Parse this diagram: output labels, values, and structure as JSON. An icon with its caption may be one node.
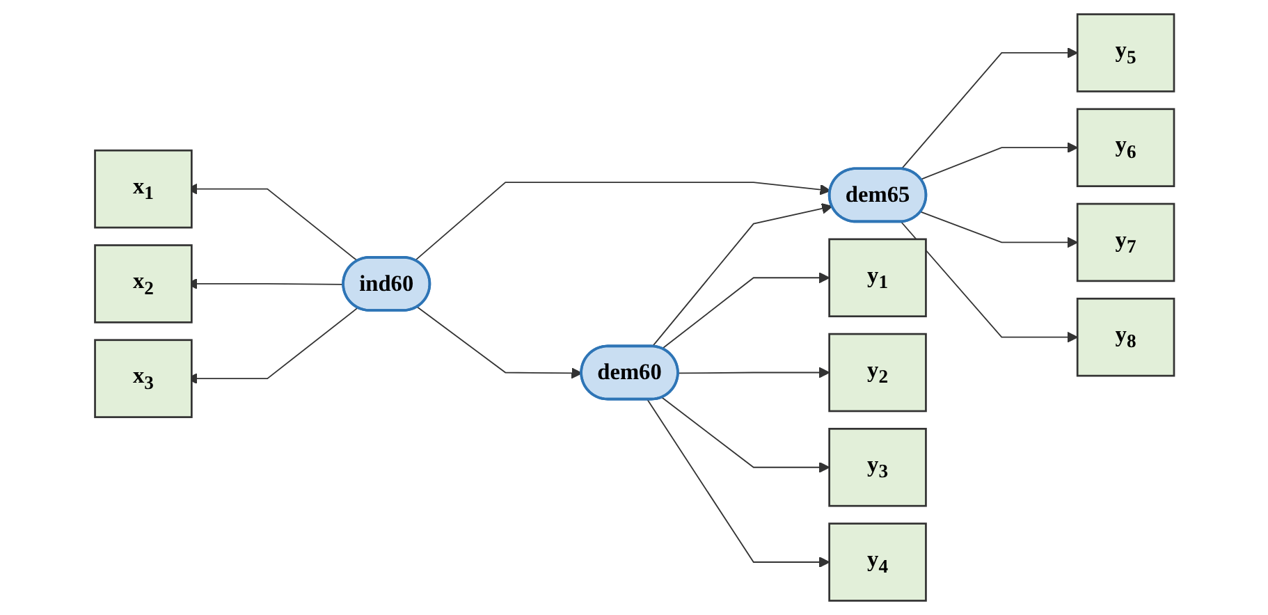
{
  "diagram": {
    "nodes": [
      {
        "text": [
          "x$_{1}$"
        ]
      },
      {
        "text": [
          "x$_{2}$"
        ]
      },
      {
        "text": [
          "x$_{3}$"
        ]
      },
      {
        "text": [
          "ind60"
        ]
      },
      {
        "text": [
          "dem60"
        ]
      },
      {
        "text": [
          "dem65"
        ]
      },
      {
        "text": [
          "y$_{1}$"
        ]
      },
      {
        "text": [
          "y$_{2}$"
        ]
      },
      {
        "text": [
          "y$_{3}$"
        ]
      },
      {
        "text": [
          "y$_{4}$"
        ]
      },
      {
        "text": [
          "y$_{5}$"
        ]
      },
      {
        "text": [
          "y$_{6}$"
        ]
      },
      {
        "text": [
          "y$_{7}$"
        ]
      },
      {
        "text": [
          "y$_{8}$"
        ]
      }
    ],
    "edges": [
      {
        "from": 3,
        "to": 0,
        "arrow": "to"
      },
      {
        "from": 3,
        "to": 1,
        "arrow": "to"
      },
      {
        "from": 3,
        "to": 2,
        "arrow": "to"
      },
      {
        "from": 3,
        "to": 4,
        "arrow": "to"
      },
      {
        "from": 3,
        "to": 5,
        "arrow": "to"
      },
      {
        "from": 4,
        "to": 5,
        "arrow": "to"
      },
      {
        "from": 4,
        "to": 6,
        "arrow": "to"
      },
      {
        "from": 4,
        "to": 7,
        "arrow": "to"
      },
      {
        "from": 4,
        "to": 8,
        "arrow": "to"
      },
      {
        "from": 4,
        "to": 9,
        "arrow": "to"
      },
      {
        "from": 5,
        "to": 10,
        "arrow": "to"
      },
      {
        "from": 5,
        "to": 11,
        "arrow": "to"
      },
      {
        "from": 5,
        "to": 12,
        "arrow": "to"
      },
      {
        "from": 5,
        "to": 13,
        "arrow": "to"
      }
    ]
  }
}
